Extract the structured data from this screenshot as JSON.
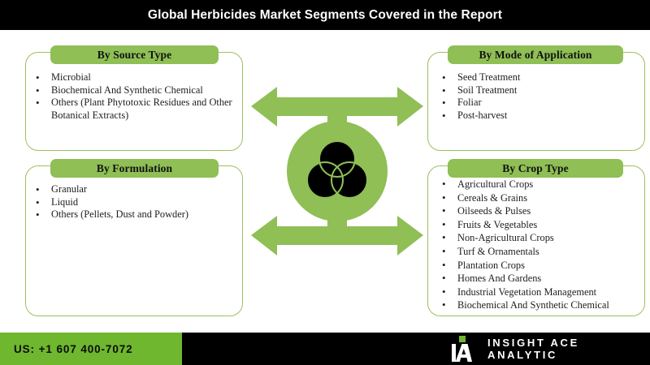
{
  "header": {
    "title": "Global Herbicides Market Segments Covered in the Report",
    "background_color": "#000000",
    "text_color": "#ffffff"
  },
  "theme": {
    "tab_green": "#8FBF55",
    "border_green": "#9CC061",
    "arrow_green": "#8FBF55",
    "footer_green": "#6FB72E",
    "black": "#000000",
    "body_text": "#1d1d1d"
  },
  "segments": [
    {
      "id": "source",
      "title": "By Source Type",
      "items": [
        "Microbial",
        "Biochemical And Synthetic Chemical",
        "Others (Plant Phytotoxic Residues and Other Botanical Extracts)"
      ]
    },
    {
      "id": "formulation",
      "title": "By Formulation",
      "items": [
        "Granular",
        "Liquid",
        "Others (Pellets, Dust and Powder)"
      ]
    },
    {
      "id": "mode",
      "title": "By Mode of Application",
      "items": [
        "Seed Treatment",
        "Soil Treatment",
        "Foliar",
        "Post-harvest"
      ]
    },
    {
      "id": "crop",
      "title": "By Crop Type",
      "items": [
        "Agricultural Crops",
        "Cereals & Grains",
        "Oilseeds & Pulses",
        "Fruits & Vegetables",
        "Non-Agricultural Crops",
        "Turf & Ornamentals",
        "Plantation Crops",
        "Homes And Gardens",
        "Industrial Vegetation Management",
        "Biochemical And Synthetic Chemical"
      ]
    }
  ],
  "center": {
    "icon": "venn-diagram-icon",
    "arrows": [
      "arrow-top-left",
      "arrow-top-right",
      "arrow-bottom-left",
      "arrow-bottom-right"
    ]
  },
  "footer": {
    "phone": "US: +1 607 400-7072",
    "brand": "INSIGHT ACE ANALYTIC",
    "logo_icon": "insight-ace-a-logo-icon"
  },
  "bullet_glyph": "•"
}
